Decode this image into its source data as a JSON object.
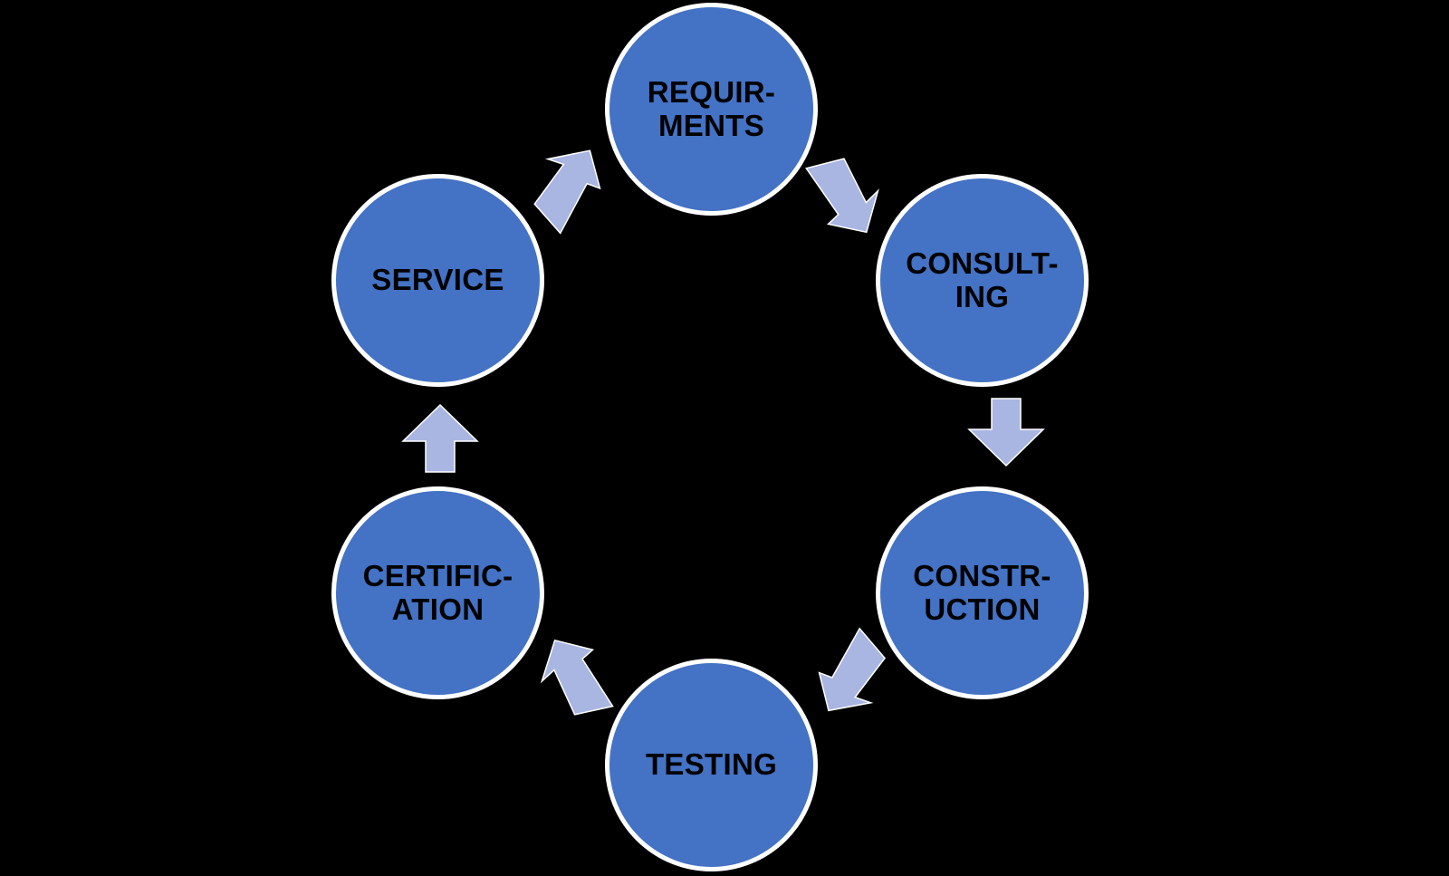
{
  "diagram": {
    "type": "circular-process-cycle",
    "background_color": "#000000",
    "node_fill_color": "#4472C4",
    "node_ring_color": "#FFFFFF",
    "arrow_color": "#A9B6E2",
    "label_color": "#000000",
    "step_count": 6,
    "nodes": [
      {
        "id": "requirements",
        "label": "REQUIR-\nMENTS",
        "position": "top"
      },
      {
        "id": "consulting",
        "label": "CONSULT-\nING",
        "position": "top-right"
      },
      {
        "id": "construction",
        "label": "CONSTR-\nUCTION",
        "position": "bottom-right"
      },
      {
        "id": "testing",
        "label": "TESTING",
        "position": "bottom"
      },
      {
        "id": "certification",
        "label": "CERTIFIC-\nATION",
        "position": "bottom-left"
      },
      {
        "id": "service",
        "label": "SERVICE",
        "position": "top-left"
      }
    ],
    "arrows": [
      {
        "id": "service-to-requirements",
        "from": "service",
        "to": "requirements",
        "direction": "up-right"
      },
      {
        "id": "requirements-to-consulting",
        "from": "requirements",
        "to": "consulting",
        "direction": "down-right"
      },
      {
        "id": "consulting-to-construction",
        "from": "consulting",
        "to": "construction",
        "direction": "down"
      },
      {
        "id": "construction-to-testing",
        "from": "construction",
        "to": "testing",
        "direction": "down-left"
      },
      {
        "id": "testing-to-certification",
        "from": "testing",
        "to": "certification",
        "direction": "up-left"
      },
      {
        "id": "certification-to-service",
        "from": "certification",
        "to": "service",
        "direction": "up"
      }
    ]
  }
}
